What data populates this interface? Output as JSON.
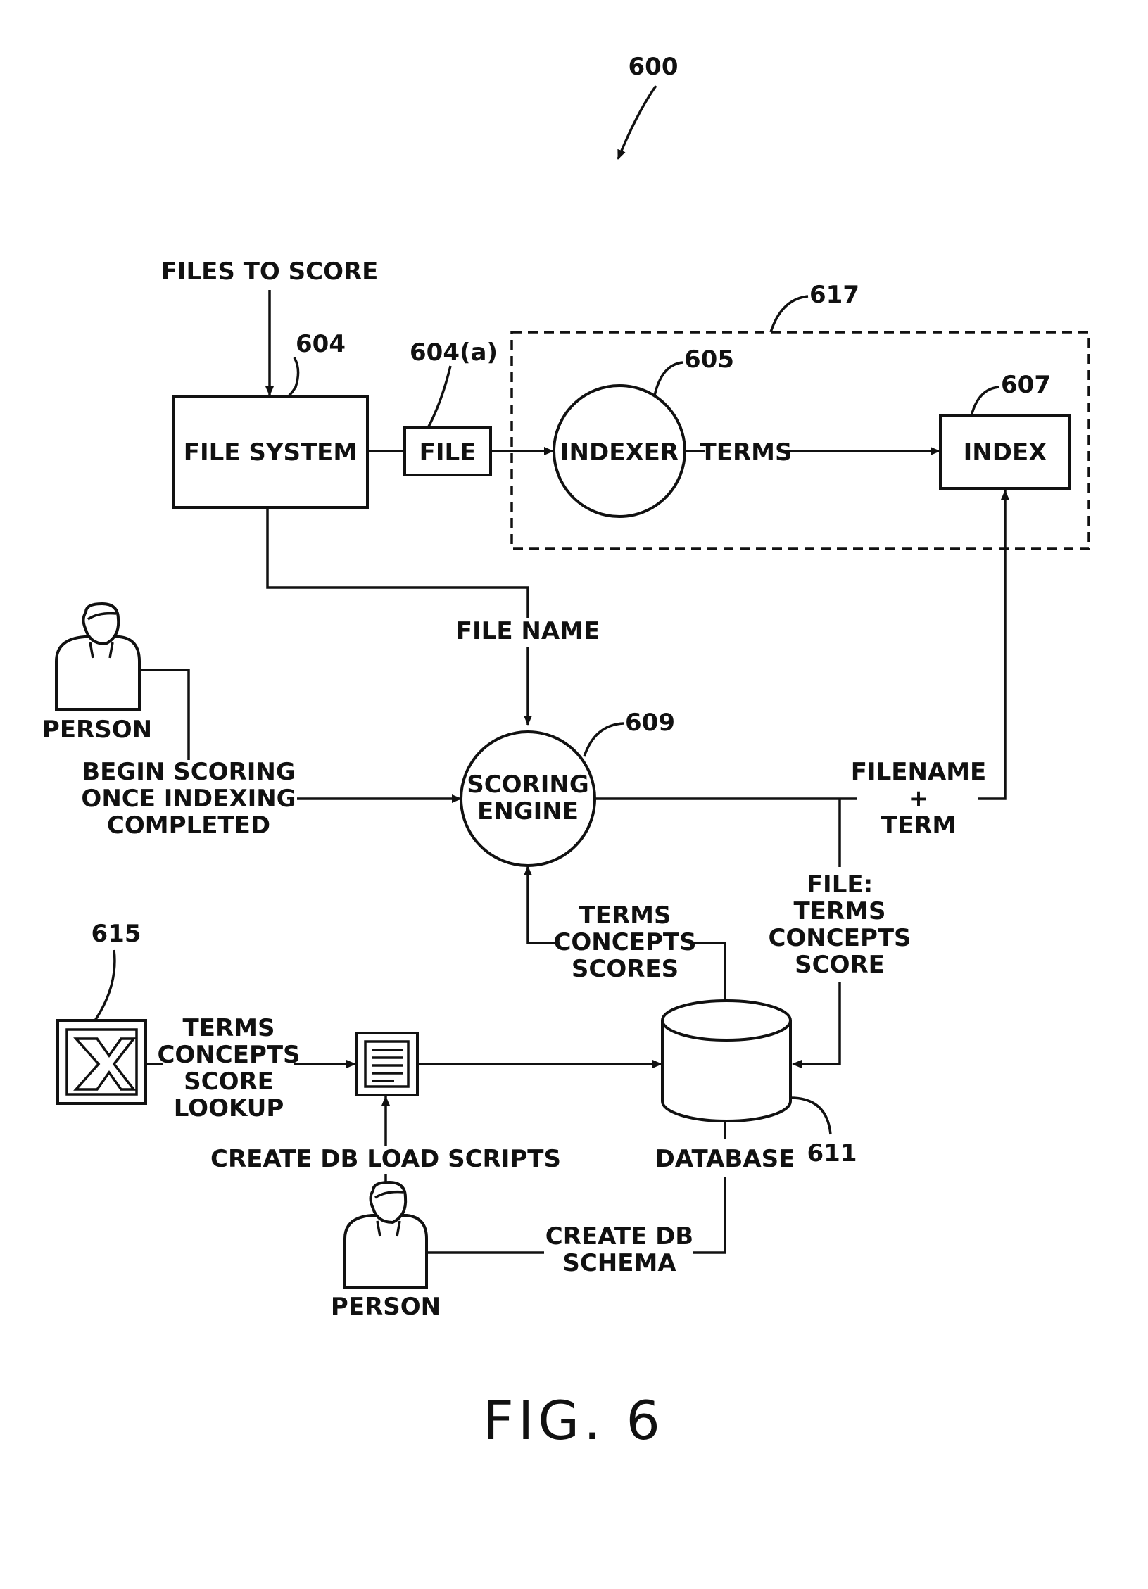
{
  "diagram_number": "600",
  "figure_caption": "FIG. 6",
  "labels": {
    "files_to_score": "FILES TO SCORE",
    "file_system": "FILE SYSTEM",
    "file": "FILE",
    "indexer": "INDEXER",
    "terms": "TERMS",
    "index": "INDEX",
    "file_name": "FILE NAME",
    "person_top": "PERSON",
    "begin_scoring_1": "BEGIN SCORING",
    "begin_scoring_2": "ONCE INDEXING",
    "begin_scoring_3": "COMPLETED",
    "scoring_engine_1": "SCORING",
    "scoring_engine_2": "ENGINE",
    "filename_term_1": "FILENAME",
    "filename_term_2": "+",
    "filename_term_3": "TERM",
    "file_tcs_1": "FILE:",
    "file_tcs_2": "TERMS",
    "file_tcs_3": "CONCEPTS",
    "file_tcs_4": "SCORE",
    "tcs_1": "TERMS",
    "tcs_2": "CONCEPTS",
    "tcs_3": "SCORES",
    "lookup_1": "TERMS",
    "lookup_2": "CONCEPTS",
    "lookup_3": "SCORE",
    "lookup_4": "LOOKUP",
    "create_db_load": "CREATE DB LOAD SCRIPTS",
    "database": "DATABASE",
    "create_db_schema_1": "CREATE DB",
    "create_db_schema_2": "SCHEMA",
    "person_bottom": "PERSON"
  },
  "refs": {
    "r604": "604",
    "r604a": "604(a)",
    "r605": "605",
    "r607": "607",
    "r609": "609",
    "r611": "611",
    "r615": "615",
    "r617": "617"
  }
}
